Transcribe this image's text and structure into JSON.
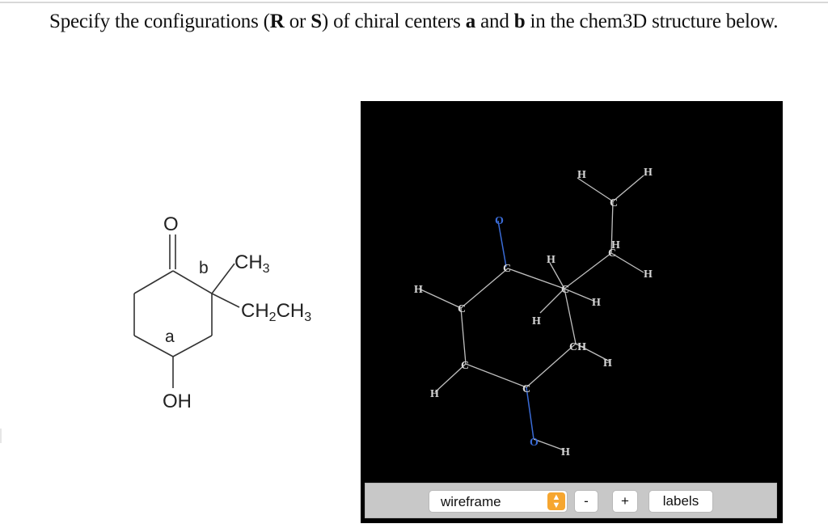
{
  "question": {
    "part1": "Specify the configurations (",
    "r": "R",
    "or": " or ",
    "s": "S",
    "part2": ") of chiral centers ",
    "a": "a",
    "and": " and ",
    "b": "b",
    "part3": " in the chem3D structure below."
  },
  "skeletal": {
    "oxygen": "O",
    "center_b": "b",
    "methyl": "CH3",
    "ethyl": "CH2CH3",
    "center_a": "a",
    "hydroxyl": "OH"
  },
  "viewer": {
    "background": "#000000",
    "bond_color": "#bfbfbf",
    "atom_label_color": "#d6d6d6",
    "oxygen_color": "#3a6bd6",
    "render_mode": "wireframe",
    "minus_label": "-",
    "plus_label": "+",
    "labels_button": "labels",
    "atoms": {
      "h_top_left": "H",
      "h_top_right": "H",
      "c_ethyl_ch3": "C",
      "h_ethyl_mid": "H",
      "c_ethyl_ch2": "C",
      "h_ethyl_right": "H",
      "o_carbonyl": "O",
      "c_carbonyl": "C",
      "h_on_b_top": "H",
      "c_b": "C",
      "h_b_right": "H",
      "h_ring_left": "H",
      "c_ring_left": "C",
      "h_ring_inner": "H",
      "c_ring_right": "CH",
      "h_ring_right": "H",
      "c_ring_bottom_left": "C",
      "h_bottom_left": "H",
      "c_a": "C",
      "o_hydroxyl": "O",
      "h_hydroxyl": "H"
    }
  }
}
